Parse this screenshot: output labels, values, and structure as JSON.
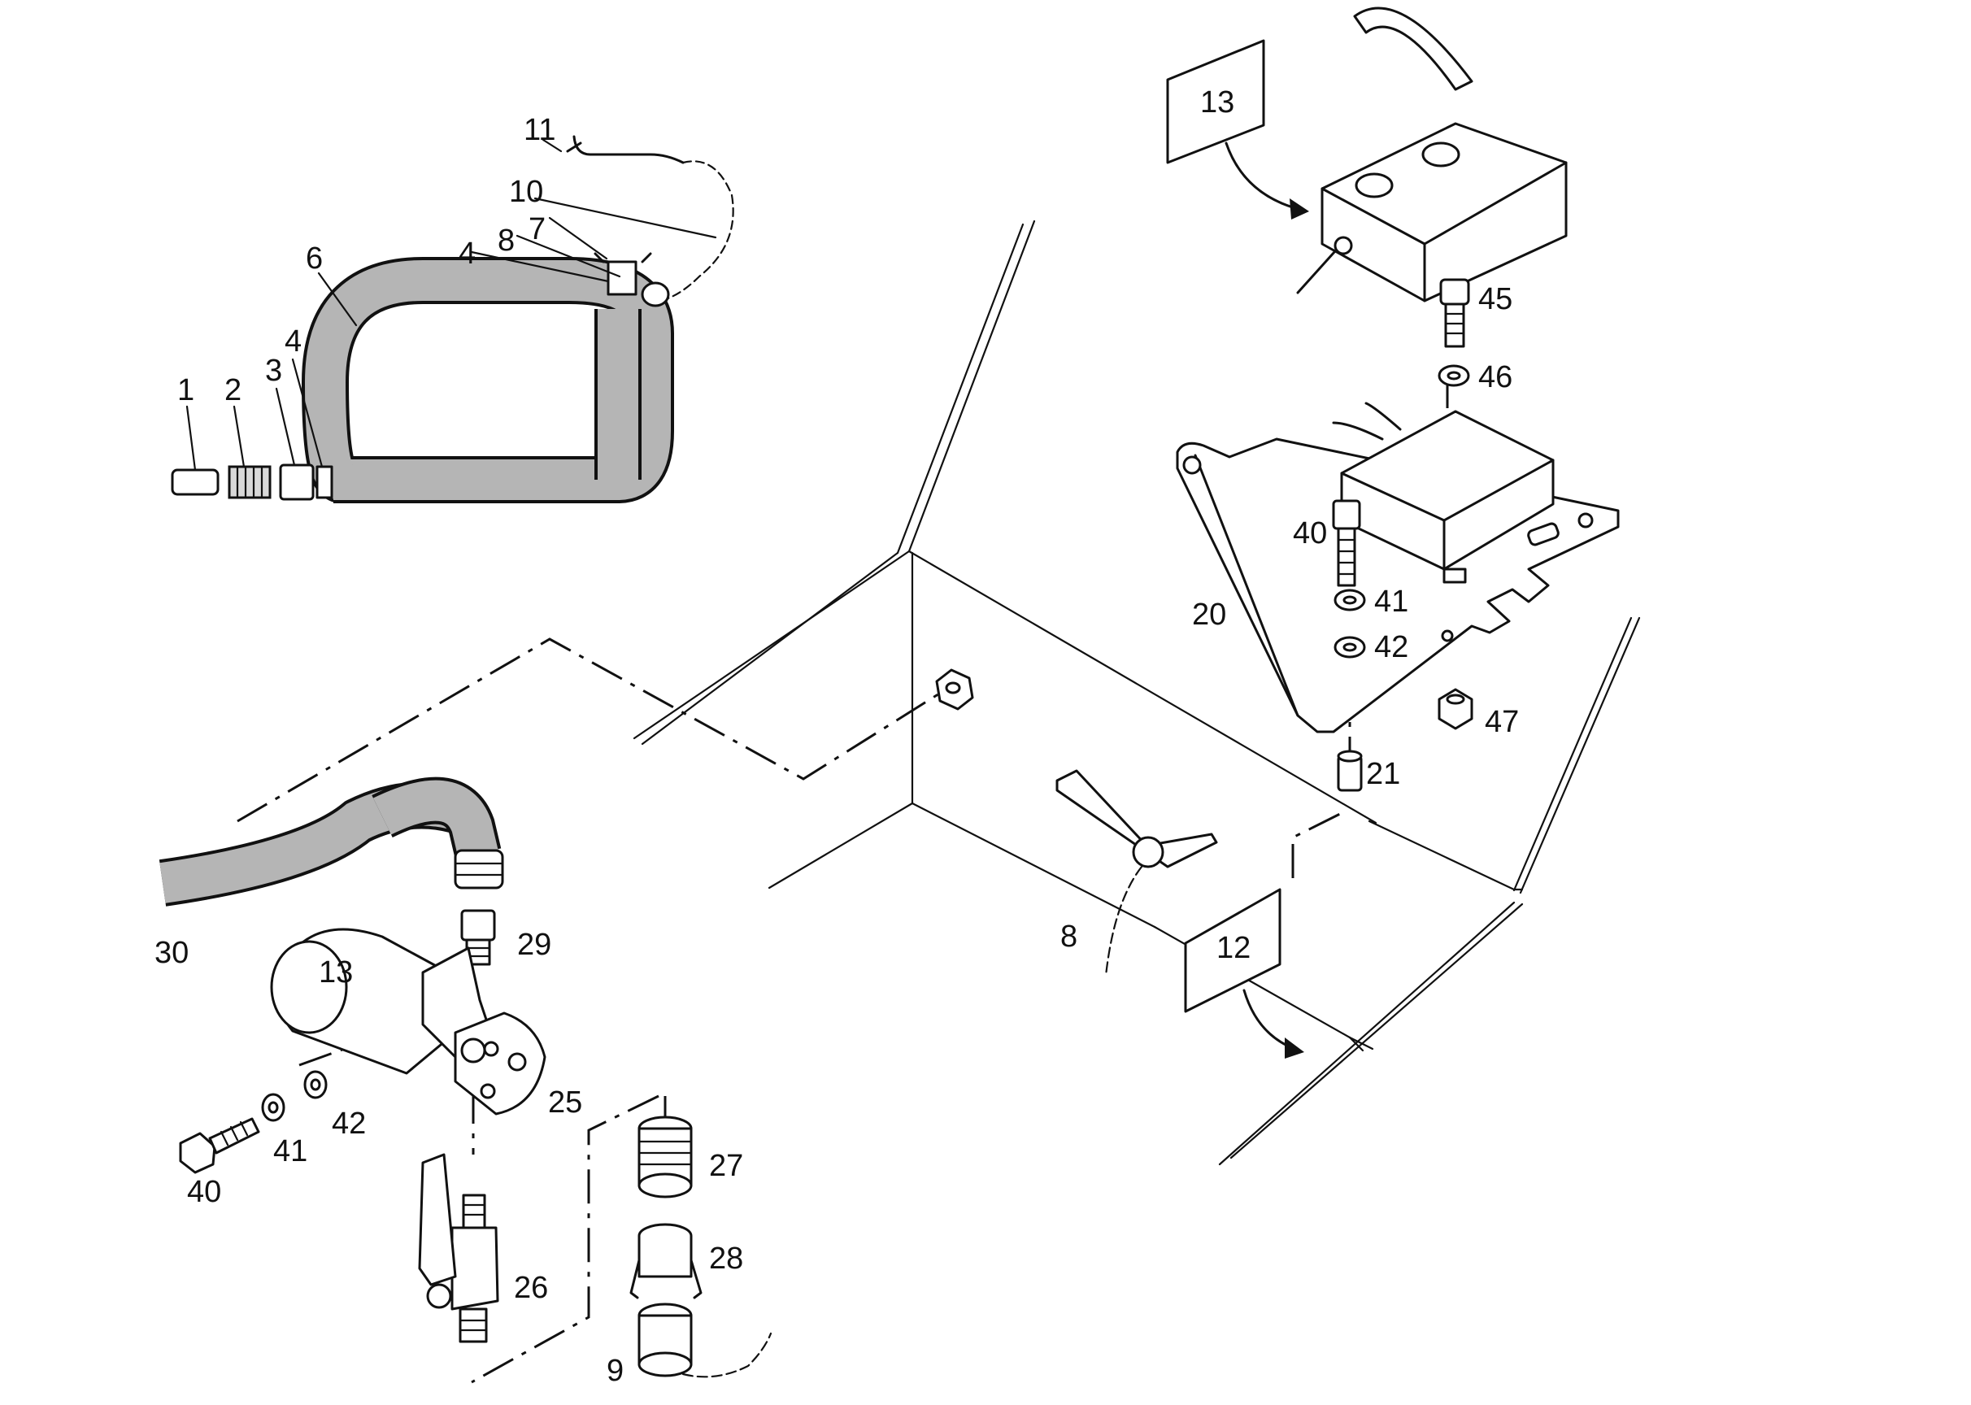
{
  "diagram": {
    "callouts": {
      "c1": "1",
      "c2": "2",
      "c3": "3",
      "c4a": "4",
      "c4b": "4",
      "c6": "6",
      "c7": "7",
      "c8a": "8",
      "c10": "10",
      "c11": "11",
      "c9": "9",
      "c20": "20",
      "c21": "21",
      "c25": "25",
      "c26": "26",
      "c27": "27",
      "c28": "28",
      "c29": "29",
      "c30": "30",
      "c40a": "40",
      "c41a": "41",
      "c42a": "42",
      "c40b": "40",
      "c41b": "41",
      "c42b": "42",
      "c45": "45",
      "c46": "46",
      "c47": "47",
      "c8b": "8"
    },
    "reference_boxes": {
      "box13_top": "13",
      "box12": "12"
    },
    "motor_label": "13"
  }
}
